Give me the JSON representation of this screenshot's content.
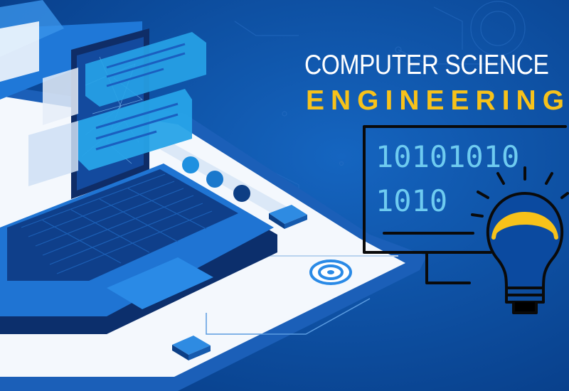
{
  "headline": {
    "line1": "COMPUTER SCIENCE",
    "line2": "ENGINEERING"
  },
  "monitor": {
    "binary_line1": "10101010",
    "binary_line2": "1010"
  },
  "colors": {
    "background": "#0a4a9c",
    "accent_yellow": "#f7c21a",
    "binary_text": "#6ecbf0",
    "outline": "#0a0a0a",
    "platform": "#ffffff"
  },
  "icons": [
    "laptop-icon",
    "monitor-icon",
    "lightbulb-icon",
    "chat-bubble-icon",
    "target-icon"
  ]
}
